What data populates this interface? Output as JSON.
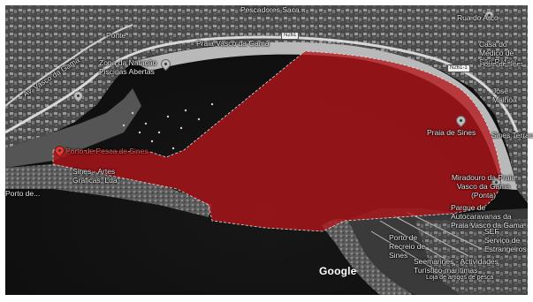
{
  "map": {
    "highlight_color": "#b3141a",
    "attribution": "Google",
    "roads": {
      "n261": "N261",
      "n261b": "N261-1"
    },
    "labels": {
      "pescadores": "Pescadores Saca...",
      "rua_vasco_gama": "Av. Vasco da Gama",
      "praia_sines": "Praia de Sines",
      "praia_vasco_gama": "Praia Vasco da Gama",
      "casa_medico": "Casa do Médico de São Rafael",
      "porto_pesca": "Porto de Pesca de Sines",
      "sines_artes": "Sines - Artes Gráficas, Lda",
      "porto_left": "Porto de...",
      "zona_natacao": "Zona da Natação Piscinas Abertas",
      "miradouro": "Miradouro da Praia Vasco da Gama (Ponta)",
      "parque_autocaravanas": "Parque de Autocaravanas da Praia Vasco da Gama",
      "porto_recreio": "Porto de Recreio de Sines",
      "sef": "SEF - Serviço de Estrangeiros",
      "seemarines": "Seemarines - Actividades Turístico-marítimas",
      "loja_pesca": "Loja de artigos de pesca",
      "jose_malhoa": "José Malhoa",
      "ponte": "Ponte",
      "rua_arco": "Rua do Arco",
      "sines_terrace": "Sines Terrace",
      "hostel": "Hostel de Sines"
    },
    "icons": [
      "pin-icon",
      "road-shield-icon"
    ]
  }
}
